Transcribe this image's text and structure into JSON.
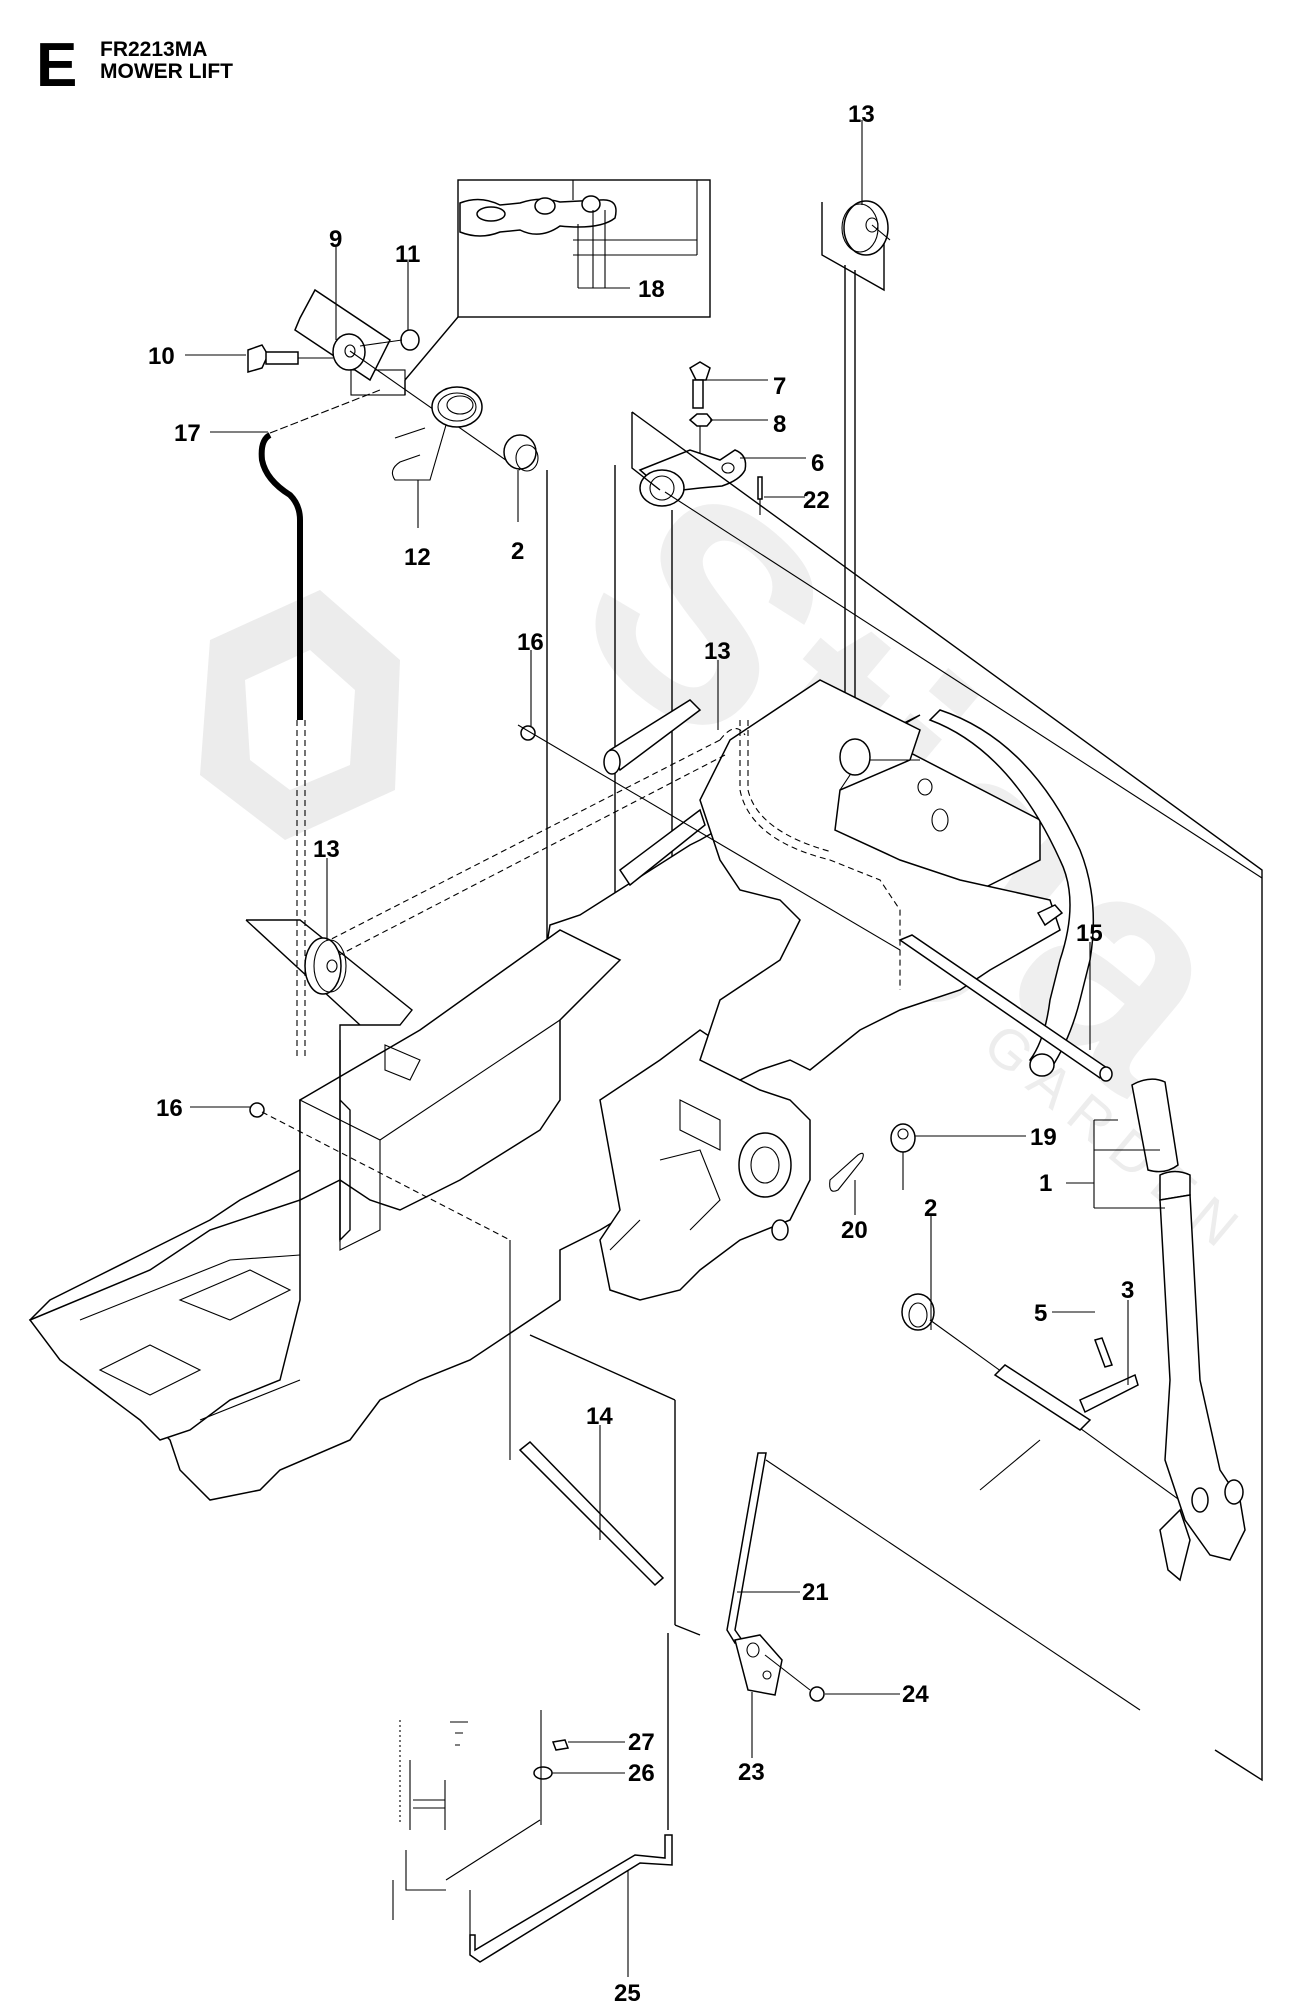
{
  "header": {
    "section_letter": "E",
    "model": "FR2213MA",
    "title": "MOWER LIFT"
  },
  "watermark": {
    "brand": "Stiga",
    "sub": "GARDEN"
  },
  "callouts": [
    {
      "id": "c13a",
      "label": "13",
      "part": "pulley-top"
    },
    {
      "id": "c18",
      "label": "18",
      "part": "chain-link-detail"
    },
    {
      "id": "c9",
      "label": "9",
      "part": "chain-bracket"
    },
    {
      "id": "c11",
      "label": "11",
      "part": "nut"
    },
    {
      "id": "c10",
      "label": "10",
      "part": "bolt"
    },
    {
      "id": "c17",
      "label": "17",
      "part": "lift-chain"
    },
    {
      "id": "c12",
      "label": "12",
      "part": "torsion-spring"
    },
    {
      "id": "c2a",
      "label": "2",
      "part": "bushing-upper"
    },
    {
      "id": "c7",
      "label": "7",
      "part": "bolt"
    },
    {
      "id": "c8",
      "label": "8",
      "part": "nut"
    },
    {
      "id": "c6",
      "label": "6",
      "part": "lift-bracket"
    },
    {
      "id": "c22",
      "label": "22",
      "part": "pin"
    },
    {
      "id": "c16a",
      "label": "16",
      "part": "e-clip-upper"
    },
    {
      "id": "c13b",
      "label": "13",
      "part": "pulley-middle"
    },
    {
      "id": "c13c",
      "label": "13",
      "part": "pulley-left"
    },
    {
      "id": "c15",
      "label": "15",
      "part": "shaft"
    },
    {
      "id": "c16b",
      "label": "16",
      "part": "e-clip-lower"
    },
    {
      "id": "c19",
      "label": "19",
      "part": "spacer"
    },
    {
      "id": "c1",
      "label": "1",
      "part": "lift-lever-assembly"
    },
    {
      "id": "c20",
      "label": "20",
      "part": "hairpin-clip"
    },
    {
      "id": "c2b",
      "label": "2",
      "part": "bushing-lower"
    },
    {
      "id": "c3",
      "label": "3",
      "part": "lift-shaft"
    },
    {
      "id": "c5",
      "label": "5",
      "part": "screw"
    },
    {
      "id": "c14",
      "label": "14",
      "part": "pivot-rod"
    },
    {
      "id": "c21",
      "label": "21",
      "part": "lift-link-rod"
    },
    {
      "id": "c24",
      "label": "24",
      "part": "clip"
    },
    {
      "id": "c23",
      "label": "23",
      "part": "lift-plate"
    },
    {
      "id": "c27",
      "label": "27",
      "part": "screw"
    },
    {
      "id": "c26",
      "label": "26",
      "part": "washer"
    },
    {
      "id": "c25",
      "label": "25",
      "part": "lift-rod"
    }
  ]
}
